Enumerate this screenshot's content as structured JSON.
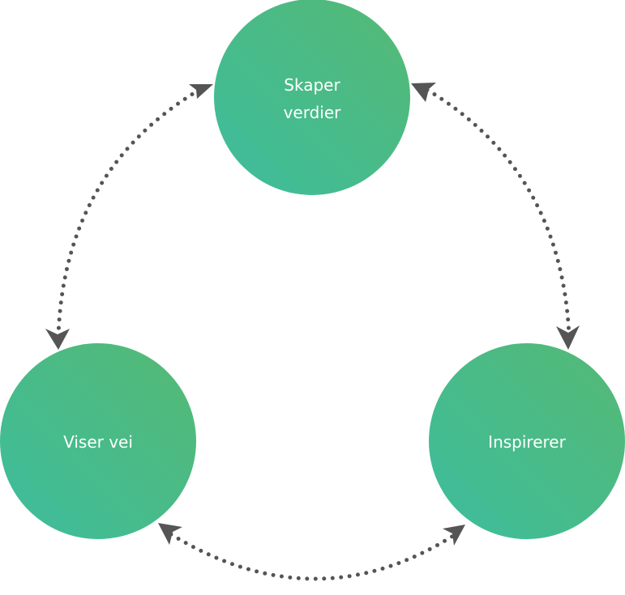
{
  "diagram": {
    "title": "",
    "nodes": [
      {
        "id": "top",
        "lines": [
          "Skaper",
          "verdier"
        ]
      },
      {
        "id": "left",
        "lines": [
          "Viser vei"
        ]
      },
      {
        "id": "right",
        "lines": [
          "Inspirerer"
        ]
      }
    ],
    "edges": [
      {
        "from": "top",
        "to": "left",
        "style": "dotted",
        "direction": "both"
      },
      {
        "from": "top",
        "to": "right",
        "style": "dotted",
        "direction": "both"
      },
      {
        "from": "left",
        "to": "right",
        "style": "dotted",
        "direction": "both"
      }
    ],
    "colors": {
      "node_gradient_start": "#52b97a",
      "node_gradient_end": "#3dbd9a",
      "node_text": "#ffffff",
      "arrow": "#555555"
    }
  }
}
